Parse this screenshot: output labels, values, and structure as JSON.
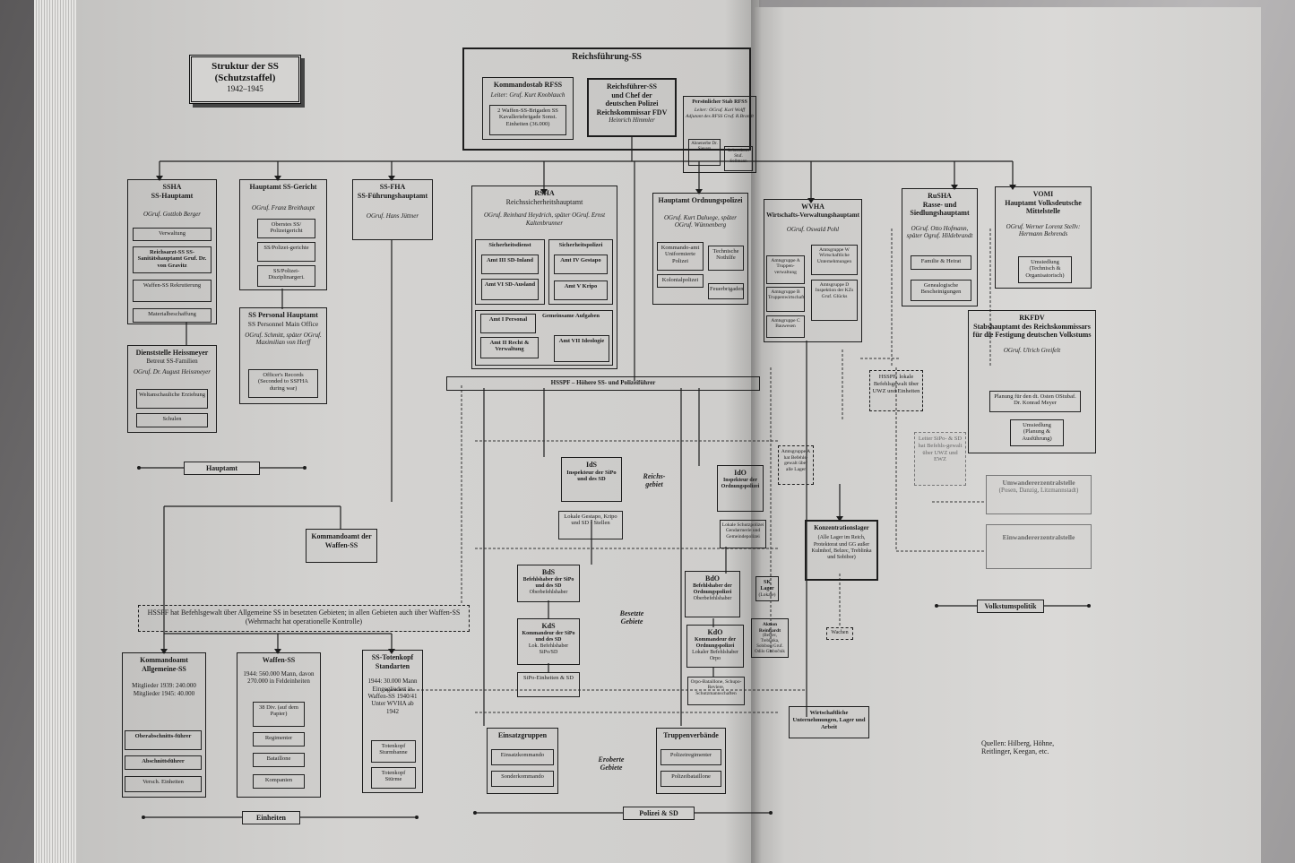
{
  "title": {
    "line1": "Struktur der SS",
    "line2": "(Schutzstaffel)",
    "years": "1942–1945"
  },
  "reichsfuehrung": {
    "label": "Reichsführung-SS",
    "kommandostab": {
      "title": "Kommandostab RFSS",
      "leader": "Leiter: Gruf. Kurt Knoblauch",
      "units": "2 Waffen-SS-Brigaden SS Kavalleriebrigade Sonst. Einheiten (36.000)"
    },
    "rfss": {
      "l1": "Reichsführer-SS",
      "l2": "und Chef der",
      "l3": "deutschen Polizei",
      "l4": "Reichskommissar FDV",
      "name": "Heinrich Himmler"
    },
    "stab": {
      "title": "Persönlicher Stab RFSS",
      "leader": "Leiter: OGruf. Karl Wolff Adjutant des RFSS Gruf. R.Brandt",
      "sub1": "Ahnenerbe Dr. Sievers",
      "sub2": "Lebensborn Stuf. Sollmann"
    }
  },
  "ssha": {
    "title": "SSHA",
    "subtitle": "SS-Hauptamt",
    "leader": "OGruf. Gottlob Berger",
    "items": [
      "Verwaltung",
      "Reichsarzt-SS SS-Sanitätshauptamt Gruf. Dr. von Gravitz",
      "Waffen-SS Rekrutierung",
      "Materialbeschaffung"
    ]
  },
  "heissmeyer": {
    "title": "Dienststelle Heissmeyer",
    "subtitle": "Betreut SS-Familien",
    "leader": "OGruf. Dr. August Heissmeyer",
    "items": [
      "Weltanschauliche Erziehung",
      "Schulen"
    ]
  },
  "gericht": {
    "title": "Hauptamt SS-Gericht",
    "leader": "OGruf. Franz Breithaupt",
    "items": [
      "Oberstes SS/ Polizeigericht",
      "SS/Polizei-gerichte",
      "SS/Polizei-Disziplinargeri."
    ]
  },
  "personal": {
    "title": "SS Personal Hauptamt",
    "subtitle": "SS Personnel Main Office",
    "leader": "OGruf. Schmitt, später OGruf. Maximilian von Herff",
    "item": "Officer's Records (Seconded to SSFHA during war)"
  },
  "fha": {
    "title": "SS-FHA",
    "subtitle": "SS-Führungshauptamt",
    "leader": "OGruf. Hans Jüttner"
  },
  "rsha": {
    "title": "RSHA",
    "subtitle": "Reichssicherheitshauptamt",
    "leader": "OGruf. Reinhard Heydrich, später OGruf. Ernst Kaltenbrunner",
    "sd": "Sicherheitsdienst",
    "sipo": "Sicherheitspolizei",
    "amt3": "Amt III SD-Inland",
    "amt6": "Amt VI SD-Ausland",
    "amt4": "Amt IV Gestapo",
    "amt5": "Amt V Kripo",
    "gemeinsam": "Gemeinsame Aufgaben",
    "amt1": "Amt I Personal",
    "amt2": "Amt II Recht & Verwaltung",
    "amt7": "Amt VII Ideologie"
  },
  "orpo": {
    "title": "Hauptamt Ordnungspolizei",
    "leader": "OGruf. Kurt Daluege, später OGruf. Wünnenberg",
    "items": [
      "Kommando-amt Uniformierte Polizei",
      "Technische Nothilfe",
      "Kolonialpolizei",
      "Feuerbrigaden"
    ]
  },
  "wvha": {
    "title": "WVHA",
    "subtitle": "Wirtschafts-Verwaltungshauptamt",
    "leader": "OGruf. Oswald Pohl",
    "items": [
      "Amtsgruppe A Truppen-verwaltung",
      "Amtsgruppe W Wirtschaftliche Unternehmungen",
      "Amtsgruppe B Truppenwirtschaft",
      "Amtsgruppe D Inspektion der KZs Gruf. Glücks",
      "Amtsgruppe C Bauwesen"
    ]
  },
  "rusha": {
    "title": "RuSHA",
    "subtitle": "Rasse- und Siedlungshauptamt",
    "leader": "OGruf. Otto Hofmann, später Ogruf. Hildebrandt",
    "items": [
      "Familie & Heirat",
      "Genealogische Bescheinigungen"
    ]
  },
  "vomi": {
    "title": "VOMI",
    "subtitle": "Hauptamt Volksdeutsche Mittelstelle",
    "leader": "OGruf. Werner Lorenz Stellv: Hermann Behrends",
    "item": "Umsiedlung (Technisch & Organisatorisch)"
  },
  "rkfdv": {
    "title": "RKFDV",
    "subtitle": "Stabshauptamt des Reichskommissars für die Festigung deutschen Volkstums",
    "leader": "OGruf. Ulrich Greifelt",
    "item1": "Planung für den dt. Osten OStubaf. Dr. Konrad Meyer",
    "item2": "Umsiedlung (Planung & Ausführung)"
  },
  "hsspf": {
    "bar": "HSSPF – Höhere SS- und Polizeiführer",
    "note": "HSSPF hat Befehlsgewalt über Allgemeine SS in besetzten Gebieten; in allen Gebieten auch über Waffen-SS (Wehrmacht hat operationelle Kontrolle)",
    "lokal": "HSSPF: lokale Befehlsgewalt über UWZ und Einheiten",
    "leiter": "Leiter SiPo- & SD hat Befehls-gewalt über UWZ und EWZ",
    "amtsgruppe": "Amtsgruppe A hat Befehls-gewalt über alle Lager"
  },
  "ids": {
    "title": "IdS",
    "subtitle": "Inspekteur der SiPo und des SD",
    "item": "Lokale Gestapo, Kripo und SD - Stellen"
  },
  "ido": {
    "title": "IdO",
    "subtitle": "Inspekteur der Ordnungspolizei",
    "item": "Lokale Schutzpolizei Gendarmerie und Gemeindepolizei"
  },
  "bds": {
    "title": "BdS",
    "subtitle": "Befehlshaber der SiPo und des SD",
    "sub2": "Oberbefehlshaber"
  },
  "kds": {
    "title": "KdS",
    "subtitle": "Kommandeur der SiPo und des SD",
    "sub2": "Lok. Befehlshaber SiPo/SD",
    "item": "SiPo-Einheiten & SD"
  },
  "bdo": {
    "title": "BdO",
    "subtitle": "Befehlshaber der Ordnungspolizei",
    "sub2": "Oberbefehlshaber"
  },
  "kdo": {
    "title": "KdO",
    "subtitle": "Kommandeur der Ordnungspolizei",
    "sub2": "Lokaler Befehlshaber Orpo",
    "item": "Orpo-Bataillone, Schupo-Reviere, Schutzmannschaften"
  },
  "sk": {
    "title": "SK Lager",
    "sub": "(Lokale)"
  },
  "aktion": {
    "title": "Aktion Reinhardt",
    "sub": "(Belzec, Treblinka, Sobibor) Gruf. Odilo Globočnik"
  },
  "kz": {
    "title": "Konzentrationslager",
    "sub": "(Alle Lager im Reich, Protektorat und GG außer Kulmhof, Belzec, Treblinka und Sobibor)"
  },
  "wachen": "Wachen",
  "wirtschaft": "Wirtschaftliche Unternehmungen, Lager und Arbeit",
  "uwz": {
    "title": "Umwandererzentralstelle",
    "sub": "(Posen, Danzig, Litzmannstadt)"
  },
  "ewz": "Einwandererzentralstelle",
  "kommandoamt_waffen": "Kommandoamt der Waffen-SS",
  "allg": {
    "title": "Kommandoamt Allgemeine-SS",
    "m1": "Mitglieder 1939: 240.000",
    "m2": "Mitglieder 1945: 40.000",
    "items": [
      "Oberabschnitts-führer",
      "Abschnittsführer",
      "Versch. Einheiten"
    ]
  },
  "waffen": {
    "title": "Waffen-SS",
    "text": "1944: 560.000 Mann, davon 270.000 in Feldeinheiten",
    "items": [
      "38 Div. (auf dem Papier)",
      "Regimenter",
      "Bataillone",
      "Kompanien"
    ]
  },
  "totenkopf": {
    "title": "SS-Totenkopf Standarten",
    "text": "1944: 30.000 Mann Eingegliedert in Waffen-SS 1940/41 Unter WVHA ab 1942",
    "items": [
      "Totenkopf Sturmbanne",
      "Totenkopf Stürme"
    ]
  },
  "einsatz": {
    "title": "Einsatzgruppen",
    "items": [
      "Einsatzkommando",
      "Sonderkommando"
    ]
  },
  "truppen": {
    "title": "Truppenverbände",
    "items": [
      "Polizeiregimenter",
      "Polizeibataillone"
    ]
  },
  "regions": {
    "reich": "Reichs-gebiet",
    "besetzt": "Besetzte Gebiete",
    "erobert": "Eroberte Gebiete"
  },
  "sections": {
    "hauptamt": "Hauptamt",
    "einheiten": "Einheiten",
    "polizei": "Polizei & SD",
    "volkstum": "Volkstumspolitik"
  },
  "quellen": "Quellen: Hilberg, Höhne, Reitlinger, Keegan, etc."
}
